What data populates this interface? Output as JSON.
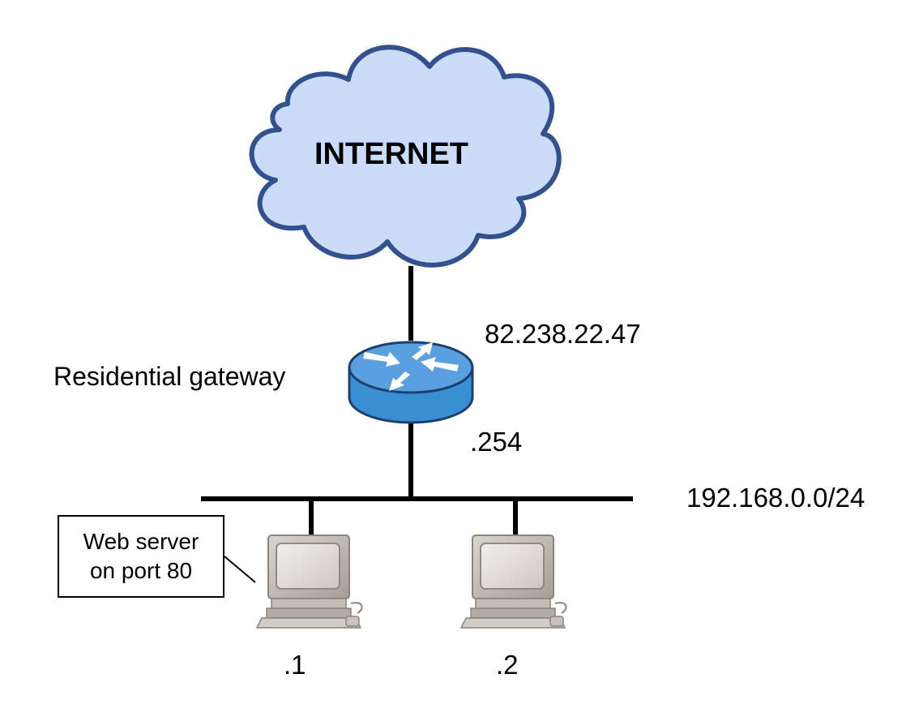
{
  "cloud": {
    "label": "INTERNET",
    "fill": "#cadcf8",
    "stroke": "#33508f"
  },
  "gateway": {
    "label": "Residential gateway",
    "wan_ip": "82.238.22.47",
    "lan_ip": ".254",
    "top_color": "#5a9fde",
    "side_color": "#3a8fd3",
    "stroke": "#1f3e70"
  },
  "lan": {
    "subnet": "192.168.0.0/24"
  },
  "hosts": [
    {
      "id": ".1",
      "note_line1": "Web server",
      "note_line2": "on port 80"
    },
    {
      "id": ".2"
    }
  ]
}
